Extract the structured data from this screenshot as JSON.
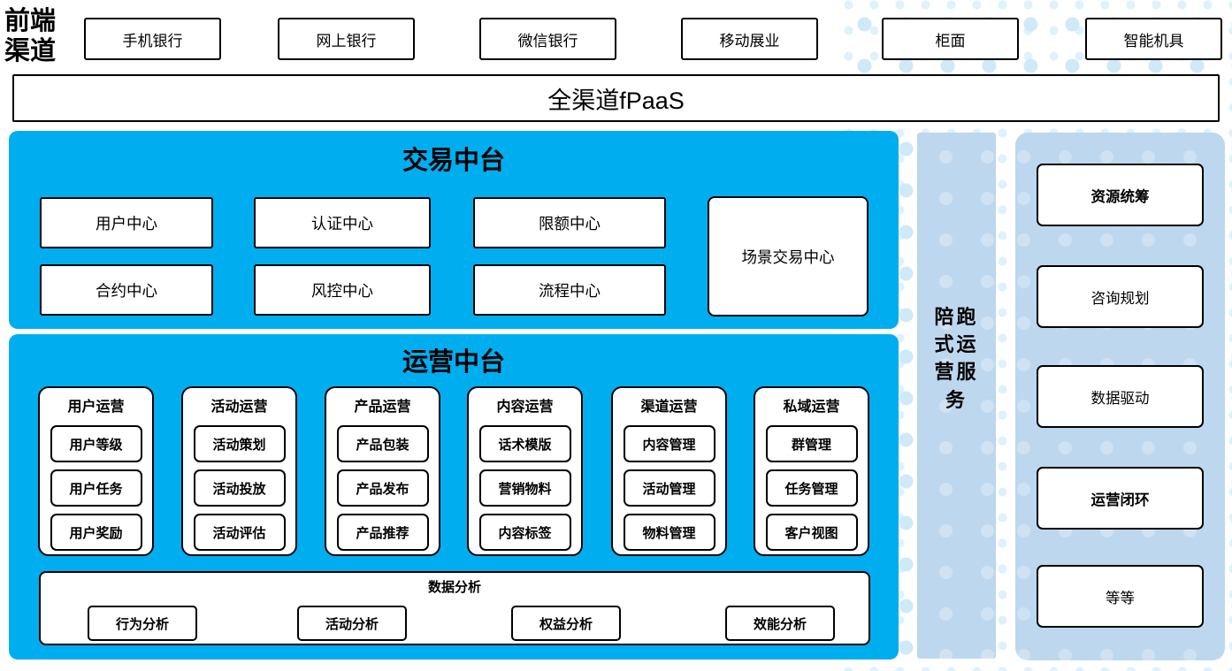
{
  "colors": {
    "platform_blue": "#00aeef",
    "panel_blue": "#bdd7ee",
    "dot_blue": "#cfe9f7",
    "dot_blue_light": "#def2fb"
  },
  "header": {
    "label": "前端渠道",
    "channels": [
      "手机银行",
      "网上银行",
      "微信银行",
      "移动展业",
      "柜面",
      "智能机具"
    ]
  },
  "fpaas": {
    "label": "全渠道fPaaS"
  },
  "transaction": {
    "title": "交易中台",
    "row1": [
      "用户中心",
      "认证中心",
      "限额中心"
    ],
    "row2": [
      "合约中心",
      "风控中心",
      "流程中心"
    ],
    "tall": "场景交易中心"
  },
  "operation": {
    "title": "运营中台",
    "columns": [
      {
        "header": "用户运营",
        "items": [
          "用户等级",
          "用户任务",
          "用户奖励"
        ]
      },
      {
        "header": "活动运营",
        "items": [
          "活动策划",
          "活动投放",
          "活动评估"
        ]
      },
      {
        "header": "产品运营",
        "items": [
          "产品包装",
          "产品发布",
          "产品推荐"
        ]
      },
      {
        "header": "内容运营",
        "items": [
          "话术模版",
          "营销物料",
          "内容标签"
        ]
      },
      {
        "header": "渠道运营",
        "items": [
          "内容管理",
          "活动管理",
          "物料管理"
        ]
      },
      {
        "header": "私域运营",
        "items": [
          "群管理",
          "任务管理",
          "客户视图"
        ]
      }
    ],
    "analysis": {
      "title": "数据分析",
      "items": [
        "行为分析",
        "活动分析",
        "权益分析",
        "效能分析"
      ]
    }
  },
  "side_bar": {
    "label": "陪跑式运营服务"
  },
  "side_panel": {
    "items": [
      {
        "label": "资源统筹"
      },
      {
        "label": "咨询规划"
      },
      {
        "label": "数据驱动"
      },
      {
        "label": "运营闭环"
      },
      {
        "label": "等等"
      }
    ]
  }
}
